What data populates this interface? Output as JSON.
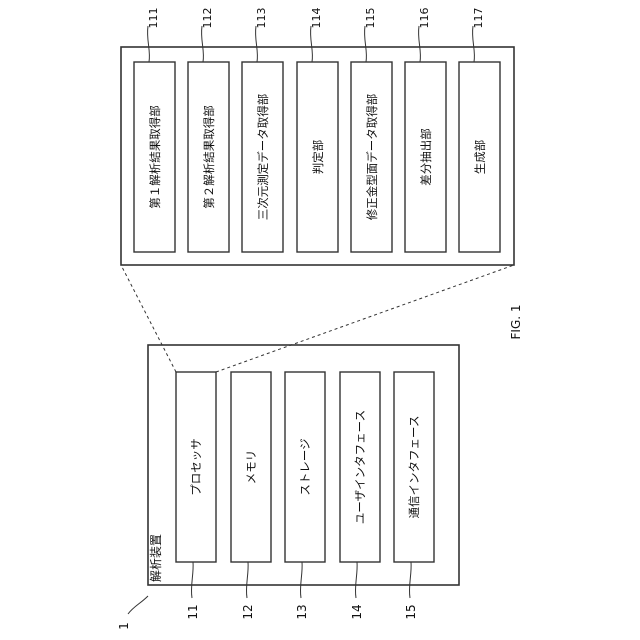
{
  "figure_label": "FIG. 1",
  "device": {
    "ref": "1",
    "title": "解析装置",
    "components": [
      {
        "ref": "11",
        "label": "プロセッサ"
      },
      {
        "ref": "12",
        "label": "メモリ"
      },
      {
        "ref": "13",
        "label": "ストレージ"
      },
      {
        "ref": "14",
        "label": "ユーザインタフェース"
      },
      {
        "ref": "15",
        "label": "通信インタフェース"
      }
    ]
  },
  "processor_detail": {
    "modules": [
      {
        "ref": "111",
        "label": "第１解析結果取得部"
      },
      {
        "ref": "112",
        "label": "第２解析結果取得部"
      },
      {
        "ref": "113",
        "label": "三次元測定データ取得部"
      },
      {
        "ref": "114",
        "label": "判定部"
      },
      {
        "ref": "115",
        "label": "修正金型面データ取得部"
      },
      {
        "ref": "116",
        "label": "差分抽出部"
      },
      {
        "ref": "117",
        "label": "生成部"
      }
    ]
  }
}
